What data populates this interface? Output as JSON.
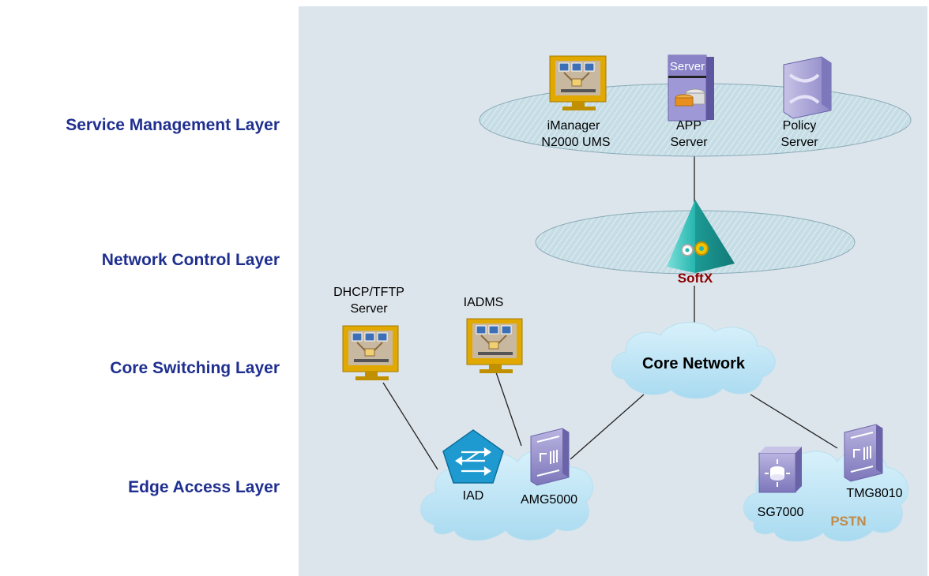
{
  "layers": [
    {
      "label": "Service Management Layer"
    },
    {
      "label": "Network Control Layer"
    },
    {
      "label": "Core Switching Layer"
    },
    {
      "label": "Edge Access Layer"
    }
  ],
  "nodes": {
    "imanager": {
      "line1": "iManager",
      "line2": "N2000 UMS"
    },
    "app_server": {
      "line1": "APP",
      "line2": "Server",
      "badge": "Server"
    },
    "policy_server": {
      "line1": "Policy",
      "line2": "Server"
    },
    "softx": {
      "label": "SoftX"
    },
    "dhcp": {
      "line1": "DHCP/TFTP",
      "line2": "Server"
    },
    "iadms": {
      "label": "IADMS"
    },
    "core_network": {
      "label": "Core Network"
    },
    "iad": {
      "label": "IAD"
    },
    "amg": {
      "label": "AMG5000"
    },
    "sg": {
      "label": "SG7000"
    },
    "tmg": {
      "label": "TMG8010"
    },
    "pstn": {
      "label": "PSTN"
    }
  },
  "colors": {
    "layer_text": "#1f2f8f",
    "panel": "#dde5ec",
    "ellipse": "#c6dde6",
    "cloud": "#bfe4f5",
    "monitor": "#e1a800",
    "softx": "#26b5b0",
    "softx_text": "#8b0000",
    "pstn_text": "#c08a4a"
  }
}
